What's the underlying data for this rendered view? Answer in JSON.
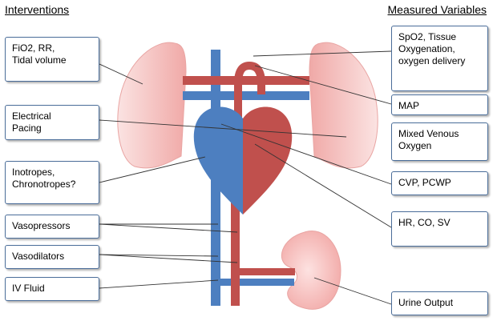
{
  "headings": {
    "interventions": "Interventions",
    "measured_variables": "Measured Variables"
  },
  "interventions": [
    "FiO2, RR,\nTidal volume",
    "Electrical\nPacing",
    "Inotropes,\nChronotropes?",
    "Vasopressors",
    "Vasodilators",
    "IV Fluid"
  ],
  "measured_variables": [
    "SpO2, Tissue\nOxygenation,\noxygen delivery",
    "MAP",
    "Mixed Venous\nOxygen",
    "CVP, PCWP",
    "HR, CO, SV",
    "Urine Output"
  ],
  "colors": {
    "venous": "#4d7fc0",
    "arterial": "#c0504d",
    "lung_fill": "#f5c2c0",
    "box_border": "#4a6d99"
  }
}
